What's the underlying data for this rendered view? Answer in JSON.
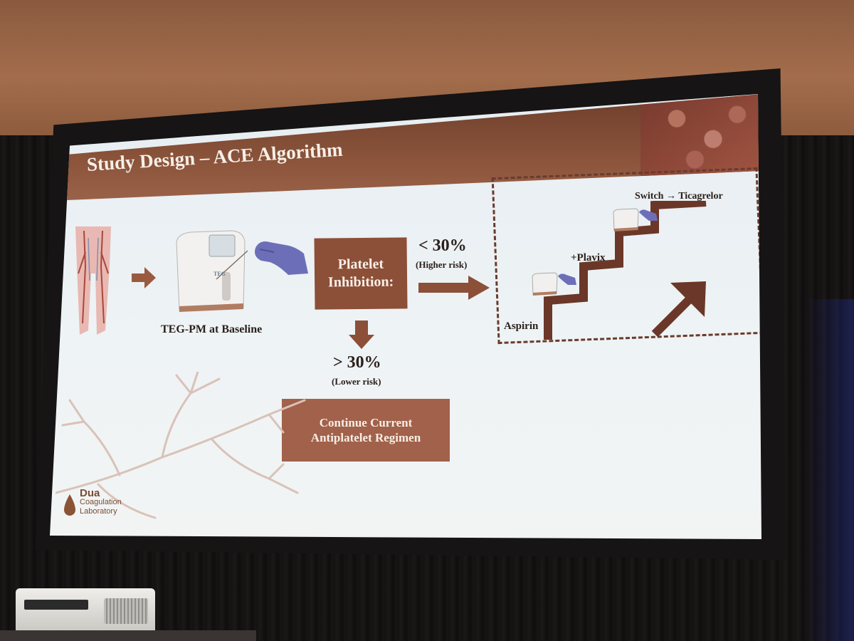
{
  "slide": {
    "title": "Study Design – ACE Algorithm",
    "baseline_label": "TEG-PM at Baseline",
    "device_brand": "TEG",
    "inhibition_box": "Platelet Inhibition:",
    "low_threshold": "< 30%",
    "low_note": "(Higher risk)",
    "high_threshold": "> 30%",
    "high_note": "(Lower risk)",
    "continue_box": "Continue Current Antiplatelet Regimen",
    "steps": {
      "step1": "Aspirin",
      "step2": "+Plavix",
      "step3": "Switch → Ticagrelor"
    },
    "logo": {
      "line1": "Dua",
      "line2": "Coagulation",
      "line3": "Laboratory"
    }
  },
  "colors": {
    "brand_brown": "#8c4f38",
    "title_band": "#7a4732",
    "slide_bg": "#eaf0f3",
    "glove_purple": "#6c6fb8"
  },
  "icons": {
    "legs": "leg-vasculature-icon",
    "device": "teg-analyzer-icon",
    "hand": "gloved-hand-icon",
    "stairs": "escalation-stairs-icon",
    "trend": "upward-arrow-icon",
    "logo": "blood-drop-icon"
  }
}
